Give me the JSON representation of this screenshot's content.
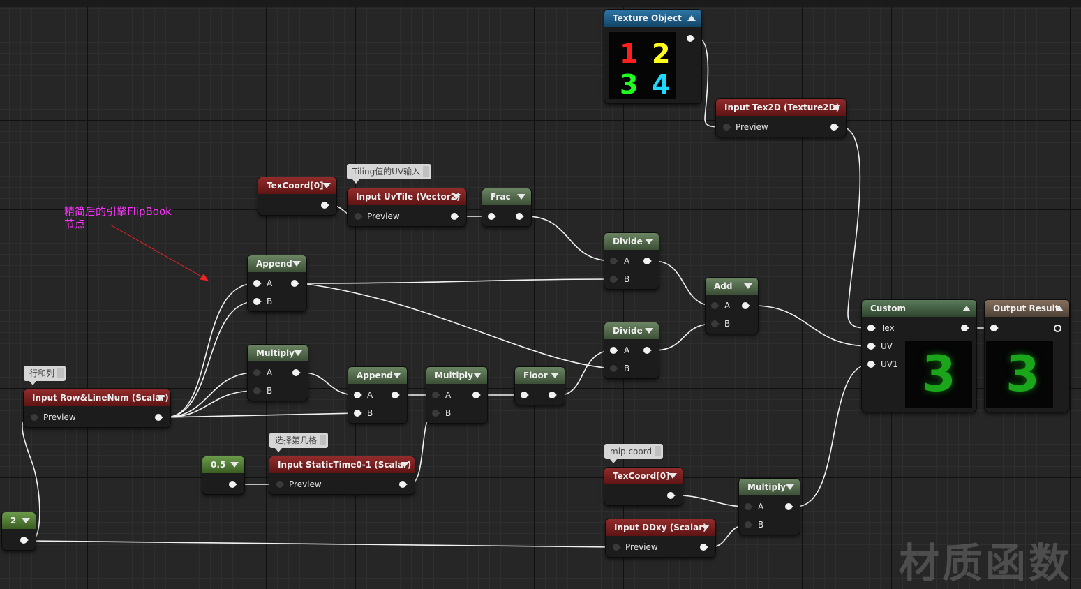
{
  "annotation": {
    "line1": "精简后的引擎FlipBook",
    "line2": "节点",
    "color": "#ff33ff"
  },
  "comments": {
    "tiling": "Tiling值的UV输入",
    "rowcol": "行和列",
    "select": "选择第几格",
    "mip": "mip coord"
  },
  "nodes": {
    "texture_object": {
      "title": "Texture Object",
      "digits": [
        "1",
        "2",
        "3",
        "4"
      ]
    },
    "input_tex2d": {
      "title": "Input Tex2D (Texture2D)",
      "preview_label": "Preview"
    },
    "texcoord_top": {
      "title": "TexCoord[0]"
    },
    "input_uvtile": {
      "title": "Input UvTile (Vector2)",
      "preview_label": "Preview"
    },
    "frac": {
      "title": "Frac"
    },
    "divide_top": {
      "title": "Divide",
      "a": "A",
      "b": "B"
    },
    "append_top": {
      "title": "Append",
      "a": "A",
      "b": "B"
    },
    "add": {
      "title": "Add",
      "a": "A",
      "b": "B"
    },
    "divide_bottom": {
      "title": "Divide",
      "a": "A",
      "b": "B"
    },
    "multiply_left": {
      "title": "Multiply",
      "a": "A",
      "b": "B"
    },
    "append_mid": {
      "title": "Append",
      "a": "A",
      "b": "B"
    },
    "multiply_mid": {
      "title": "Multiply",
      "a": "A",
      "b": "B"
    },
    "floor": {
      "title": "Floor"
    },
    "input_rowline": {
      "title": "Input Row&LineNum (Scalar)",
      "preview_label": "Preview"
    },
    "const_05": {
      "title": "0.5"
    },
    "input_statictime": {
      "title": "Input StaticTime0-1 (Scalar)",
      "preview_label": "Preview"
    },
    "const_2": {
      "title": "2"
    },
    "texcoord_bottom": {
      "title": "TexCoord[0]"
    },
    "input_ddxy": {
      "title": "Input DDxy (Scalar)",
      "preview_label": "Preview"
    },
    "multiply_right": {
      "title": "Multiply",
      "a": "A",
      "b": "B"
    },
    "custom": {
      "title": "Custom",
      "tex": "Tex",
      "uv": "UV",
      "uv1": "UV1",
      "preview_digit": "3"
    },
    "output": {
      "title": "Output Result",
      "preview_digit": "3"
    }
  },
  "digit_colors": {
    "one": "#ff1f1f",
    "two": "#ffff1a",
    "three": "#20ff20",
    "four": "#20d8ff"
  },
  "preview_glow": "#1aa51a",
  "watermark": "材质函数"
}
